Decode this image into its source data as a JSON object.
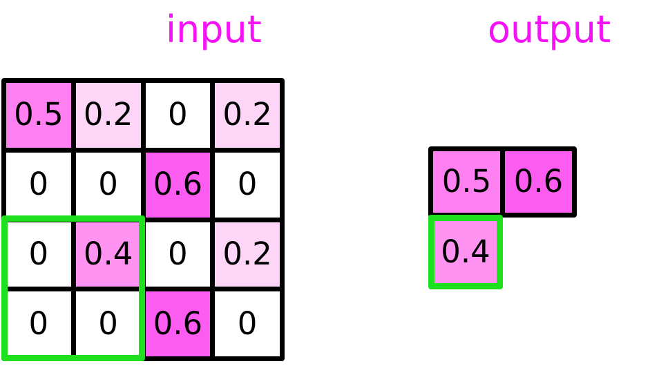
{
  "labels": {
    "input_title": "input",
    "output_title": "output"
  },
  "colors": {
    "title": "#f612f6",
    "highlight_box": "#1ee01e",
    "grid_line": "#000000",
    "value_text": "#000000",
    "zero_fill": "#ffffff",
    "fill_0_2": "#fcd5f7",
    "fill_0_4": "#ff93f2",
    "fill_0_5": "#ff80f0",
    "fill_0_6": "#fc5cf0"
  },
  "chart_data": {
    "type": "heatmap",
    "title": "max pooling of a 4x4 input into a 2x2 output",
    "input": {
      "label": "input",
      "rows": 4,
      "cols": 4,
      "values": [
        [
          0.5,
          0.2,
          0,
          0.2
        ],
        [
          0,
          0,
          0.6,
          0
        ],
        [
          0,
          0.4,
          0,
          0.2
        ],
        [
          0,
          0,
          0.6,
          0
        ]
      ],
      "display": [
        [
          "0.5",
          "0.2",
          "0",
          "0.2"
        ],
        [
          "0",
          "0",
          "0.6",
          "0"
        ],
        [
          "0",
          "0.4",
          "0",
          "0.2"
        ],
        [
          "0",
          "0",
          "0.6",
          "0"
        ]
      ],
      "cell_fills": [
        [
          "#ff80f0",
          "#fcd5f7",
          "#ffffff",
          "#fcd5f7"
        ],
        [
          "#ffffff",
          "#ffffff",
          "#fc5cf0",
          "#ffffff"
        ],
        [
          "#ffffff",
          "#ff93f2",
          "#ffffff",
          "#fcd5f7"
        ],
        [
          "#ffffff",
          "#ffffff",
          "#fc5cf0",
          "#ffffff"
        ]
      ],
      "selection": {
        "row_start": 3,
        "row_end": 4,
        "col_start": 1,
        "col_end": 2,
        "color": "#1ee01e"
      }
    },
    "output": {
      "label": "output",
      "rows": 2,
      "cols": 2,
      "visible_cells": [
        {
          "row": 1,
          "col": 1,
          "display": "0.5",
          "value": 0.5,
          "fill": "#ff80f0",
          "highlighted": false
        },
        {
          "row": 1,
          "col": 2,
          "display": "0.6",
          "value": 0.6,
          "fill": "#fc5cf0",
          "highlighted": false
        },
        {
          "row": 2,
          "col": 1,
          "display": "0.4",
          "value": 0.4,
          "fill": "#ff93f2",
          "highlighted": true
        }
      ]
    }
  }
}
